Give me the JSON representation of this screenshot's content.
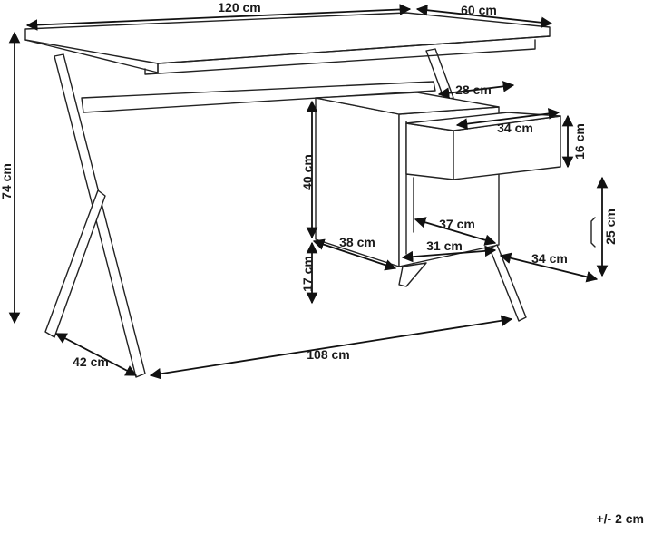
{
  "diagram": {
    "dimensions": {
      "top_width": "120 cm",
      "top_depth": "60 cm",
      "cabinet_depth": "28 cm",
      "drawer_width": "34 cm",
      "drawer_height": "16 cm",
      "cabinet_height": "40 cm",
      "desk_height": "74 cm",
      "cabinet_inner_width": "37 cm",
      "cabinet_base_width": "31 cm",
      "cabinet_side_depth": "38 cm",
      "leg_clearance": "17 cm",
      "opening_height": "25 cm",
      "side_depth": "34 cm",
      "leg_depth": "42 cm",
      "base_width": "108 cm"
    },
    "tolerance": "+/- 2 cm",
    "colors": {
      "line": "#222222",
      "dim": "#111111",
      "fill": "#ffffff"
    }
  }
}
